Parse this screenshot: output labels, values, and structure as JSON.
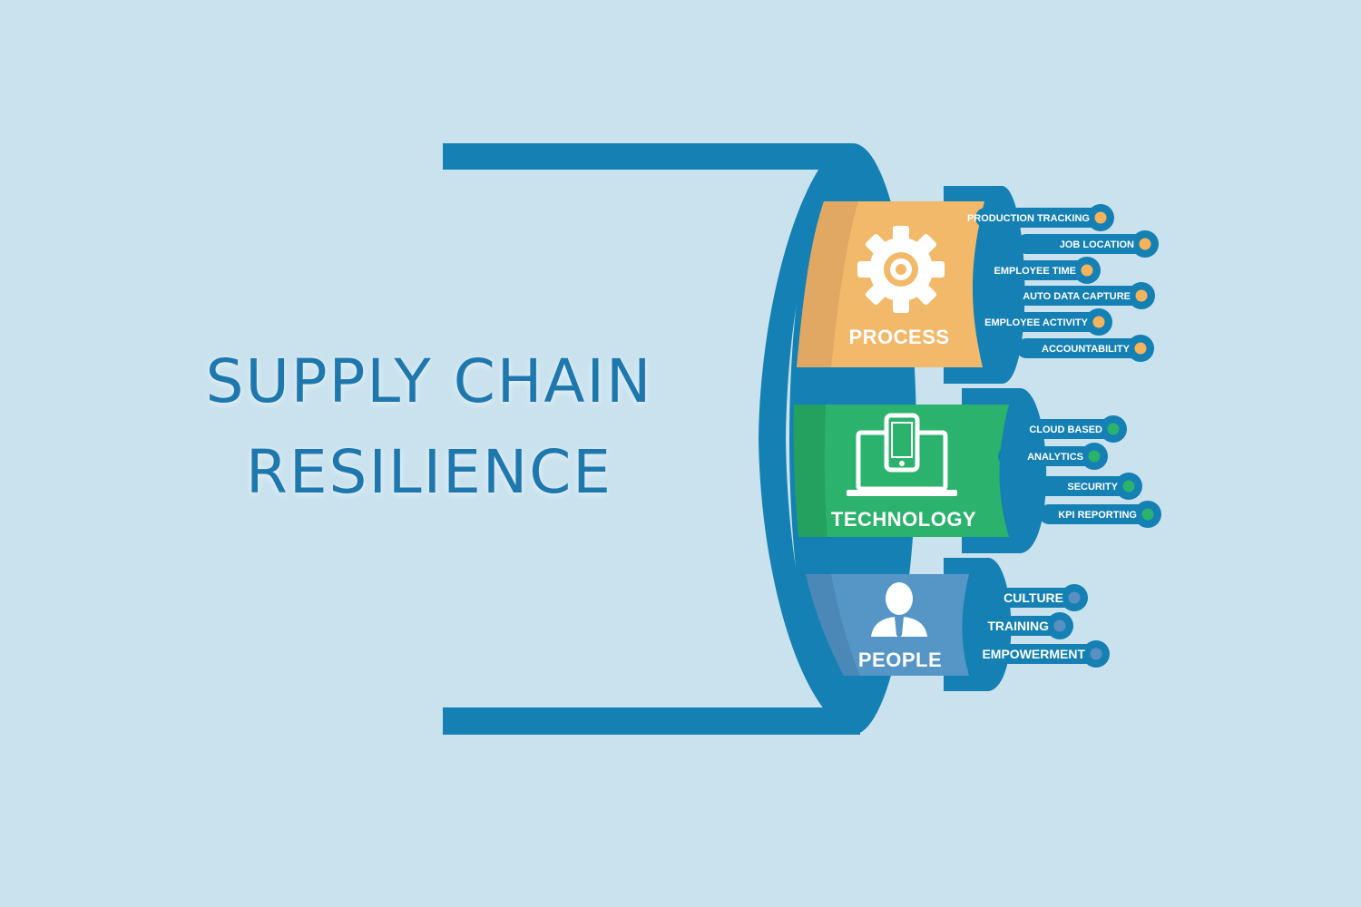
{
  "title": {
    "line1": "SUPPLY CHAIN",
    "line2": "RESILIENCE"
  },
  "colors": {
    "background": "#c9e2ee",
    "frame": "#1580b3",
    "process": "#f2b96a",
    "technology": "#2bb26d",
    "people": "#5596c6",
    "process_dot": "#f5b45c",
    "technology_dot": "#2bb26d",
    "people_dot": "#5a8fc4"
  },
  "segments": [
    {
      "name": "PROCESS",
      "icon": "gear-icon",
      "items": [
        "PRODUCTION TRACKING",
        "JOB LOCATION",
        "EMPLOYEE TIME",
        "AUTO DATA CAPTURE",
        "EMPLOYEE ACTIVITY",
        "ACCOUNTABILITY"
      ]
    },
    {
      "name": "TECHNOLOGY",
      "icon": "laptop-phone-icon",
      "items": [
        "CLOUD BASED",
        "ANALYTICS",
        "SECURITY",
        "KPI REPORTING"
      ]
    },
    {
      "name": "PEOPLE",
      "icon": "person-icon",
      "items": [
        "CULTURE",
        "TRAINING",
        "EMPOWERMENT"
      ]
    }
  ]
}
